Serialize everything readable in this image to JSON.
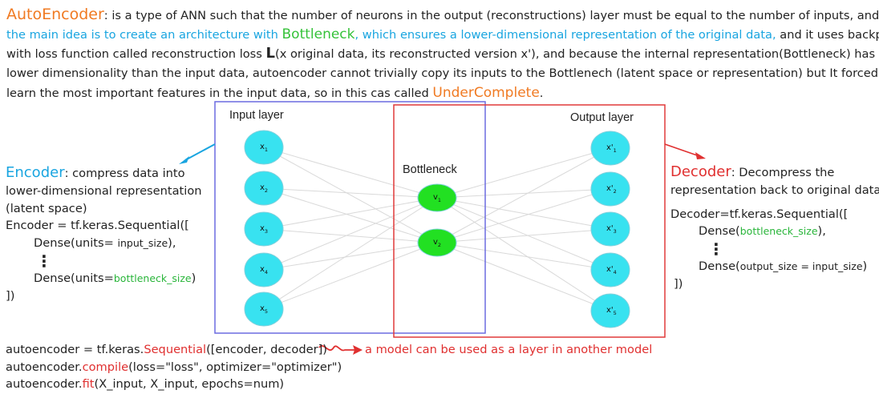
{
  "intro": {
    "line1_head": "AutoEncoder",
    "line1_rest": ": is a type of ANN such that the number of neurons in the output (reconstructions) layer must be equal to the number of inputs, and",
    "line2_cyan1": "the main idea is to create an architecture with ",
    "line2_green": "Bottleneck",
    "line2_cyan2": ", which ensures a lower-dimensional representation of the original data,",
    "line2_rest": " and it uses backprop",
    "line3_a": "with loss function called reconstruction loss ",
    "line3_L": "L",
    "line3_b": "(x original data, its reconstructed version x'), and because the internal representation(Bottleneck) has a",
    "line4": "lower dimensionality than the input data, autoencoder cannot trivially copy its inputs to the Bottlenech (latent space or representation) but It forced to",
    "line5_a": "learn the most important features in the input data, so in this cas called ",
    "line5_orange": "UnderComplete",
    "line5_end": "."
  },
  "network": {
    "input_label": "Input layer",
    "bottleneck_label": "Bottleneck",
    "output_label": "Output layer",
    "input_nodes": [
      {
        "base": "x",
        "sub": "1"
      },
      {
        "base": "x",
        "sub": "2"
      },
      {
        "base": "x",
        "sub": "3"
      },
      {
        "base": "x",
        "sub": "4"
      },
      {
        "base": "x",
        "sub": "5"
      }
    ],
    "bottleneck_nodes": [
      {
        "base": "v",
        "sub": "1"
      },
      {
        "base": "v",
        "sub": "2"
      }
    ],
    "output_nodes": [
      {
        "base": "x'",
        "sub": "1"
      },
      {
        "base": "x'",
        "sub": "2"
      },
      {
        "base": "x'",
        "sub": "3"
      },
      {
        "base": "x'",
        "sub": "4"
      },
      {
        "base": "x'",
        "sub": "5"
      }
    ],
    "colors": {
      "input_fill": "#38e2f0",
      "bottleneck_fill": "#22e022",
      "node_stroke": "#7fd0dc",
      "edge": "#d9d9d9",
      "encoder_box": "#6c6ce0",
      "decoder_box": "#e03a3a",
      "encoder_arrow": "#19a5e0",
      "decoder_arrow": "#e03030"
    }
  },
  "encoder": {
    "head": "Encoder",
    "desc1": ": compress data into",
    "desc2": "lower-dimensional representation",
    "desc3": "(latent space)",
    "code1": "Encoder = tf.keras.Sequential([",
    "code2a": "Dense(units= ",
    "code2b": "input_size",
    "code2c": "),",
    "dots": "⋮",
    "code3a": "Dense(units=",
    "code3b": "bottleneck_size",
    "code3c": ")",
    "code4": "])"
  },
  "decoder": {
    "head": "Decoder",
    "desc1": ": Decompress the",
    "desc2": "representation back to original data",
    "code1": "Decoder=tf.keras.Sequential([",
    "code2a": "Dense(",
    "code2b": "bottleneck_size",
    "code2c": "),",
    "dots": "⋮",
    "code3a": "Dense(",
    "code3b": "output_size = input_size",
    "code3c": ")",
    "code4": "])"
  },
  "bottom_code": {
    "l1a": "autoencoder = tf.keras.",
    "l1b": "Sequential",
    "l1c": "([encoder, decoder])",
    "l2a": "autoencoder.",
    "l2b": "compile",
    "l2c": "(loss=\"loss\", optimizer=\"optimizer\")",
    "l3a": "autoencoder.",
    "l3b": "fit",
    "l3c": "(X_input, X_input, epochs=num)",
    "note": "a model can be used as a layer in another model"
  }
}
